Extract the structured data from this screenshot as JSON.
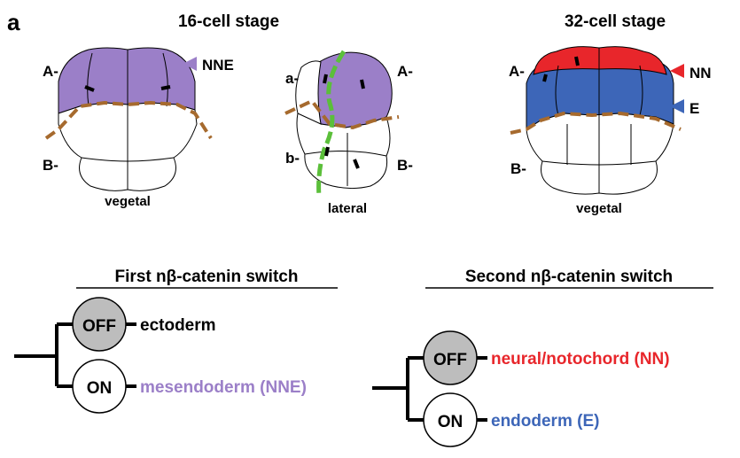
{
  "panel_letter": "a",
  "stage16": {
    "title": "16-cell stage",
    "vegetal_caption": "vegetal",
    "lateral_caption": "lateral"
  },
  "stage32": {
    "title": "32-cell stage",
    "vegetal_caption": "vegetal"
  },
  "labels": {
    "A": "A-",
    "B": "B-",
    "a": "a-",
    "b": "b-",
    "NNE": "NNE",
    "NN": "NN",
    "E": "E"
  },
  "switch1": {
    "title": "First nβ-catenin switch",
    "off": "OFF",
    "on": "ON",
    "off_target": "ectoderm",
    "on_target": "mesendoderm (NNE)"
  },
  "switch2": {
    "title": "Second nβ-catenin switch",
    "off": "OFF",
    "on": "ON",
    "off_target": "neural/notochord (NN)",
    "on_target": "endoderm (E)"
  },
  "colors": {
    "nne": "#9b7fc8",
    "nn": "#e8262b",
    "e": "#3d66b8",
    "boundary": "#a66a2e",
    "green_line": "#5bbf3a",
    "off_fill": "#bdbdbd"
  }
}
